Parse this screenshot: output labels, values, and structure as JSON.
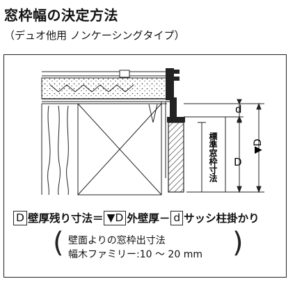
{
  "title": "窓枠幅の決定方法",
  "subtitle": "（デュオ他用 ノンケーシングタイプ）",
  "diagram": {
    "label_d": "d",
    "label_D": "D",
    "label_vD": "▼D",
    "label_standard": "標準窓枠寸法"
  },
  "formula": {
    "box_D": "D",
    "part1": "壁厚残り寸法＝",
    "box_vD": "▼D",
    "part2": "外壁厚－",
    "box_d": "d",
    "part3": "サッシ柱掛かり"
  },
  "note": {
    "line1": "壁面よりの窓枠出寸法",
    "line2": "幅木ファミリー:10 ～ 20 mm"
  }
}
